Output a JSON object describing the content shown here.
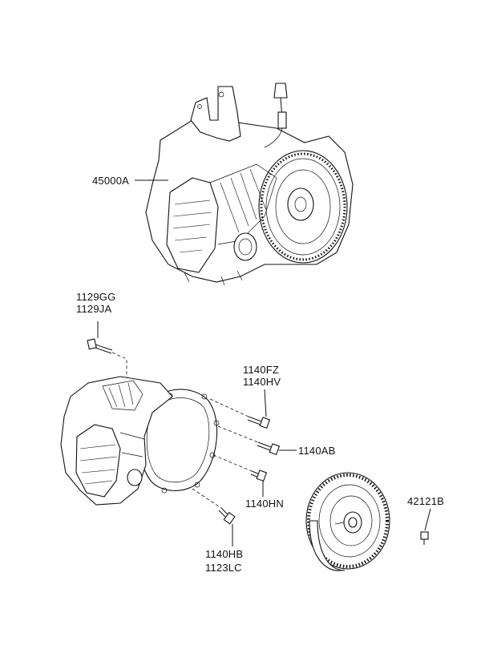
{
  "callouts": {
    "transaxle_assembly": "45000A",
    "top_bolt_a": "1129GG",
    "top_bolt_b": "1129JA",
    "bolt_upper_right_a": "1140FZ",
    "bolt_upper_right_b": "1140HV",
    "bolt_middle": "1140AB",
    "bolt_lower": "1140HN",
    "bolt_bottom_a": "1140HB",
    "bolt_bottom_b": "1123LC",
    "converter_bolt": "42121B"
  }
}
